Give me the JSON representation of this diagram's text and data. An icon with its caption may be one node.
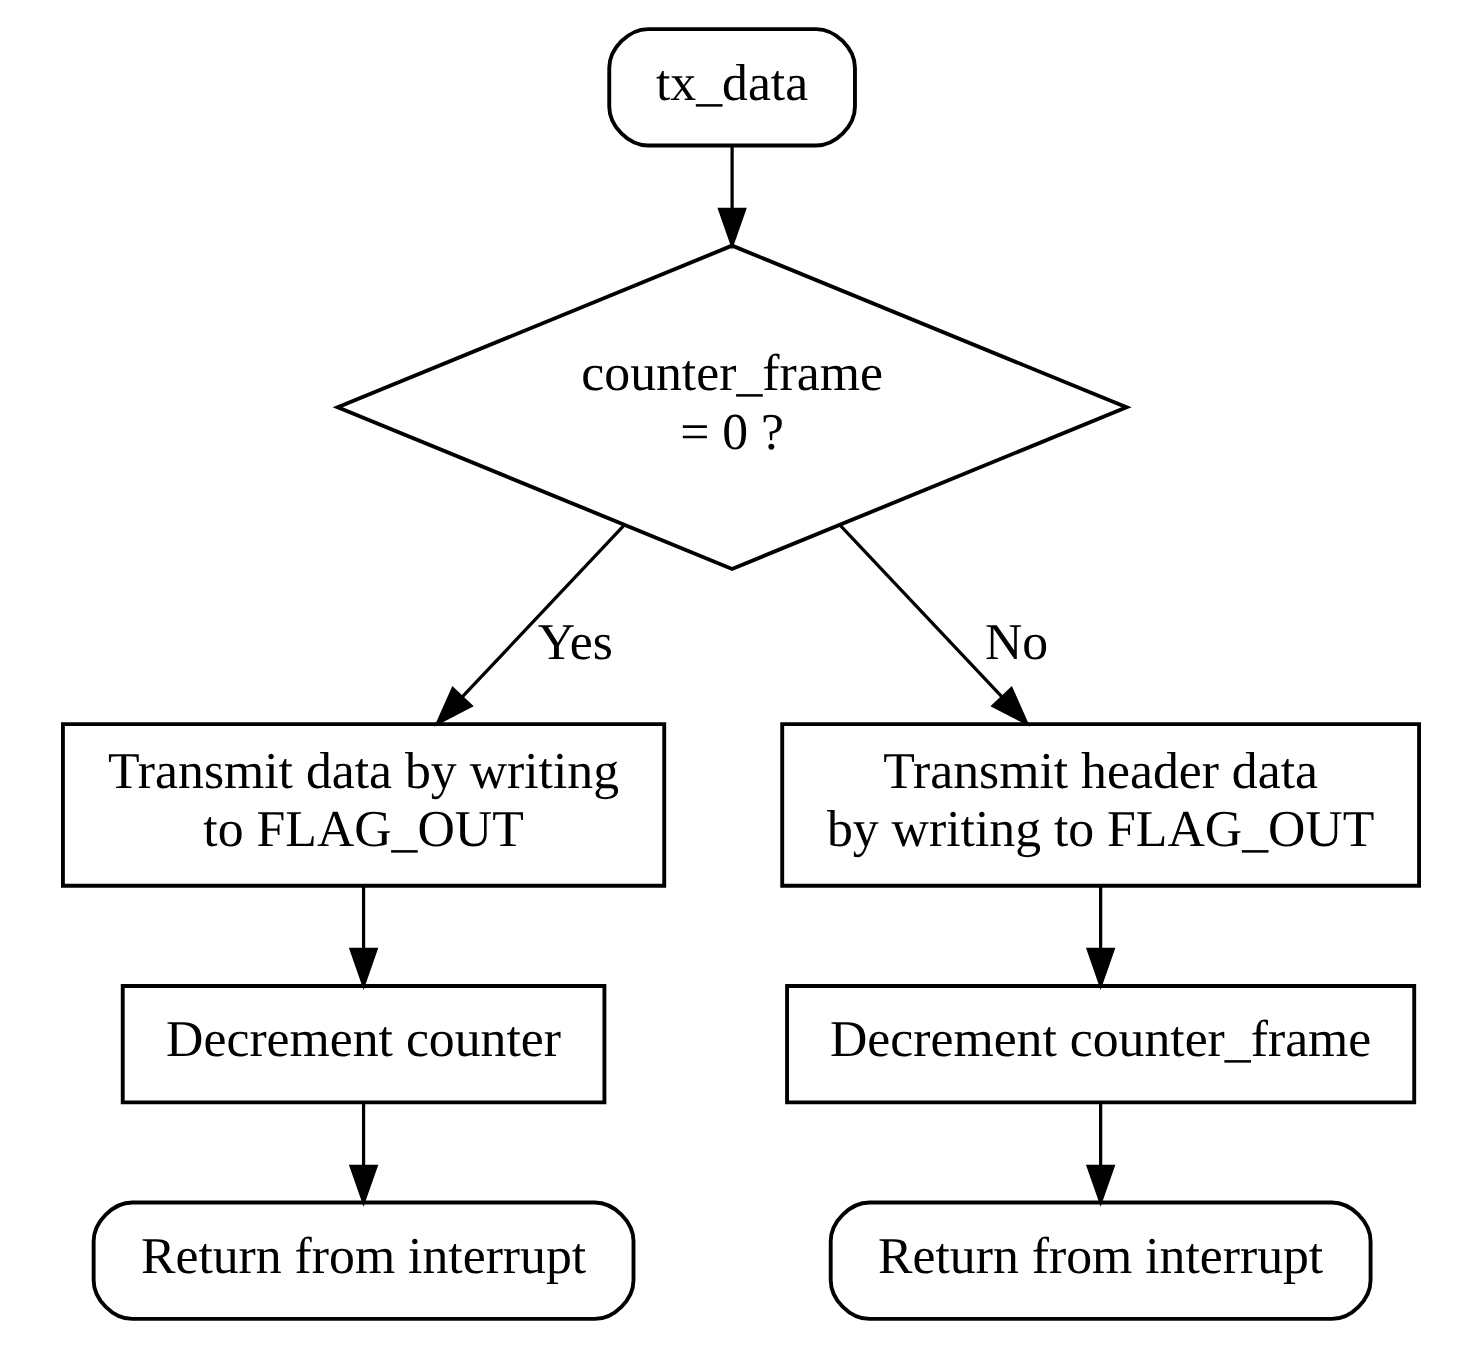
{
  "diagram": {
    "nodes": [
      {
        "text": [
          "tx_data"
        ]
      },
      {
        "text": [
          "counter_frame = 0 ?"
        ]
      },
      {
        "text": [
          "Transmit data by writing to FLAG_OUT"
        ]
      },
      {
        "text": [
          "Decrement counter"
        ]
      },
      {
        "text": [
          "Return from interrupt"
        ]
      },
      {
        "text": [
          "Transmit header data by writing to FLAG_OUT"
        ]
      },
      {
        "text": [
          "Decrement counter_frame"
        ]
      },
      {
        "text": [
          "Return from interrupt"
        ]
      }
    ],
    "edges": [
      {
        "from": 0,
        "to": 1,
        "arrow": "to"
      },
      {
        "from": 1,
        "to": 2,
        "arrow": "to",
        "label": "Yes"
      },
      {
        "from": 2,
        "to": 3,
        "arrow": "to"
      },
      {
        "from": 3,
        "to": 4,
        "arrow": "to"
      },
      {
        "from": 1,
        "to": 5,
        "arrow": "to",
        "label": "No"
      },
      {
        "from": 5,
        "to": 6,
        "arrow": "to"
      },
      {
        "from": 6,
        "to": 7,
        "arrow": "to"
      }
    ]
  }
}
